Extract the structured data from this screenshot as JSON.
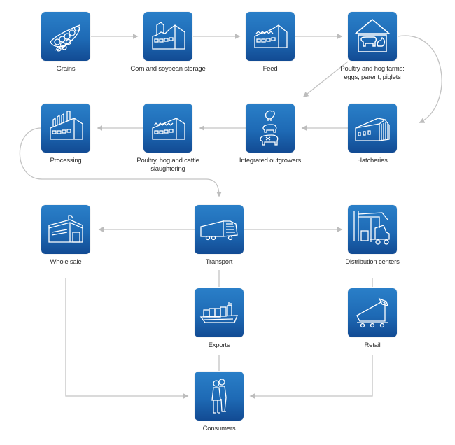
{
  "diagram": {
    "type": "flowchart",
    "title": "",
    "colors": {
      "tile": "#1f6db8",
      "tile_dark": "#124b93",
      "connector": "#bfbfbf",
      "label": "#2b2b2b"
    },
    "nodes": [
      {
        "id": "grains",
        "label": "Grains",
        "icon": "grains-icon"
      },
      {
        "id": "storage",
        "label": "Corn and soybean storage",
        "icon": "storage-building-icon"
      },
      {
        "id": "feed",
        "label": "Feed",
        "icon": "feed-mill-icon"
      },
      {
        "id": "farms",
        "label": "Poultry and hog farms: eggs, parent, piglets",
        "icon": "farm-barn-icon"
      },
      {
        "id": "hatcheries",
        "label": "Hatcheries",
        "icon": "hatchery-building-icon"
      },
      {
        "id": "outgrowers",
        "label": "Integrated outgrowers",
        "icon": "livestock-icon"
      },
      {
        "id": "slaughtering",
        "label": "Poultry, hog and cattle slaughtering",
        "icon": "slaughterhouse-icon"
      },
      {
        "id": "processing",
        "label": "Processing",
        "icon": "factory-icon"
      },
      {
        "id": "transport",
        "label": "Transport",
        "icon": "truck-icon"
      },
      {
        "id": "wholesale",
        "label": "Whole sale",
        "icon": "warehouse-icon"
      },
      {
        "id": "distribution",
        "label": "Distribution centers",
        "icon": "forklift-icon"
      },
      {
        "id": "exports",
        "label": "Exports",
        "icon": "cargo-ship-icon"
      },
      {
        "id": "retail",
        "label": "Retail",
        "icon": "shopping-cart-icon"
      },
      {
        "id": "consumers",
        "label": "Consumers",
        "icon": "people-icon"
      }
    ],
    "edges": [
      {
        "from": "grains",
        "to": "storage"
      },
      {
        "from": "storage",
        "to": "feed"
      },
      {
        "from": "feed",
        "to": "farms"
      },
      {
        "from": "farms",
        "to": "outgrowers"
      },
      {
        "from": "farms",
        "to": "hatcheries"
      },
      {
        "from": "hatcheries",
        "to": "outgrowers"
      },
      {
        "from": "outgrowers",
        "to": "slaughtering"
      },
      {
        "from": "slaughtering",
        "to": "processing"
      },
      {
        "from": "processing",
        "to": "transport"
      },
      {
        "from": "transport",
        "to": "wholesale"
      },
      {
        "from": "transport",
        "to": "distribution"
      },
      {
        "from": "transport",
        "to": "exports"
      },
      {
        "from": "distribution",
        "to": "retail"
      },
      {
        "from": "exports",
        "to": "consumers"
      },
      {
        "from": "wholesale",
        "to": "consumers"
      },
      {
        "from": "retail",
        "to": "consumers"
      }
    ]
  }
}
